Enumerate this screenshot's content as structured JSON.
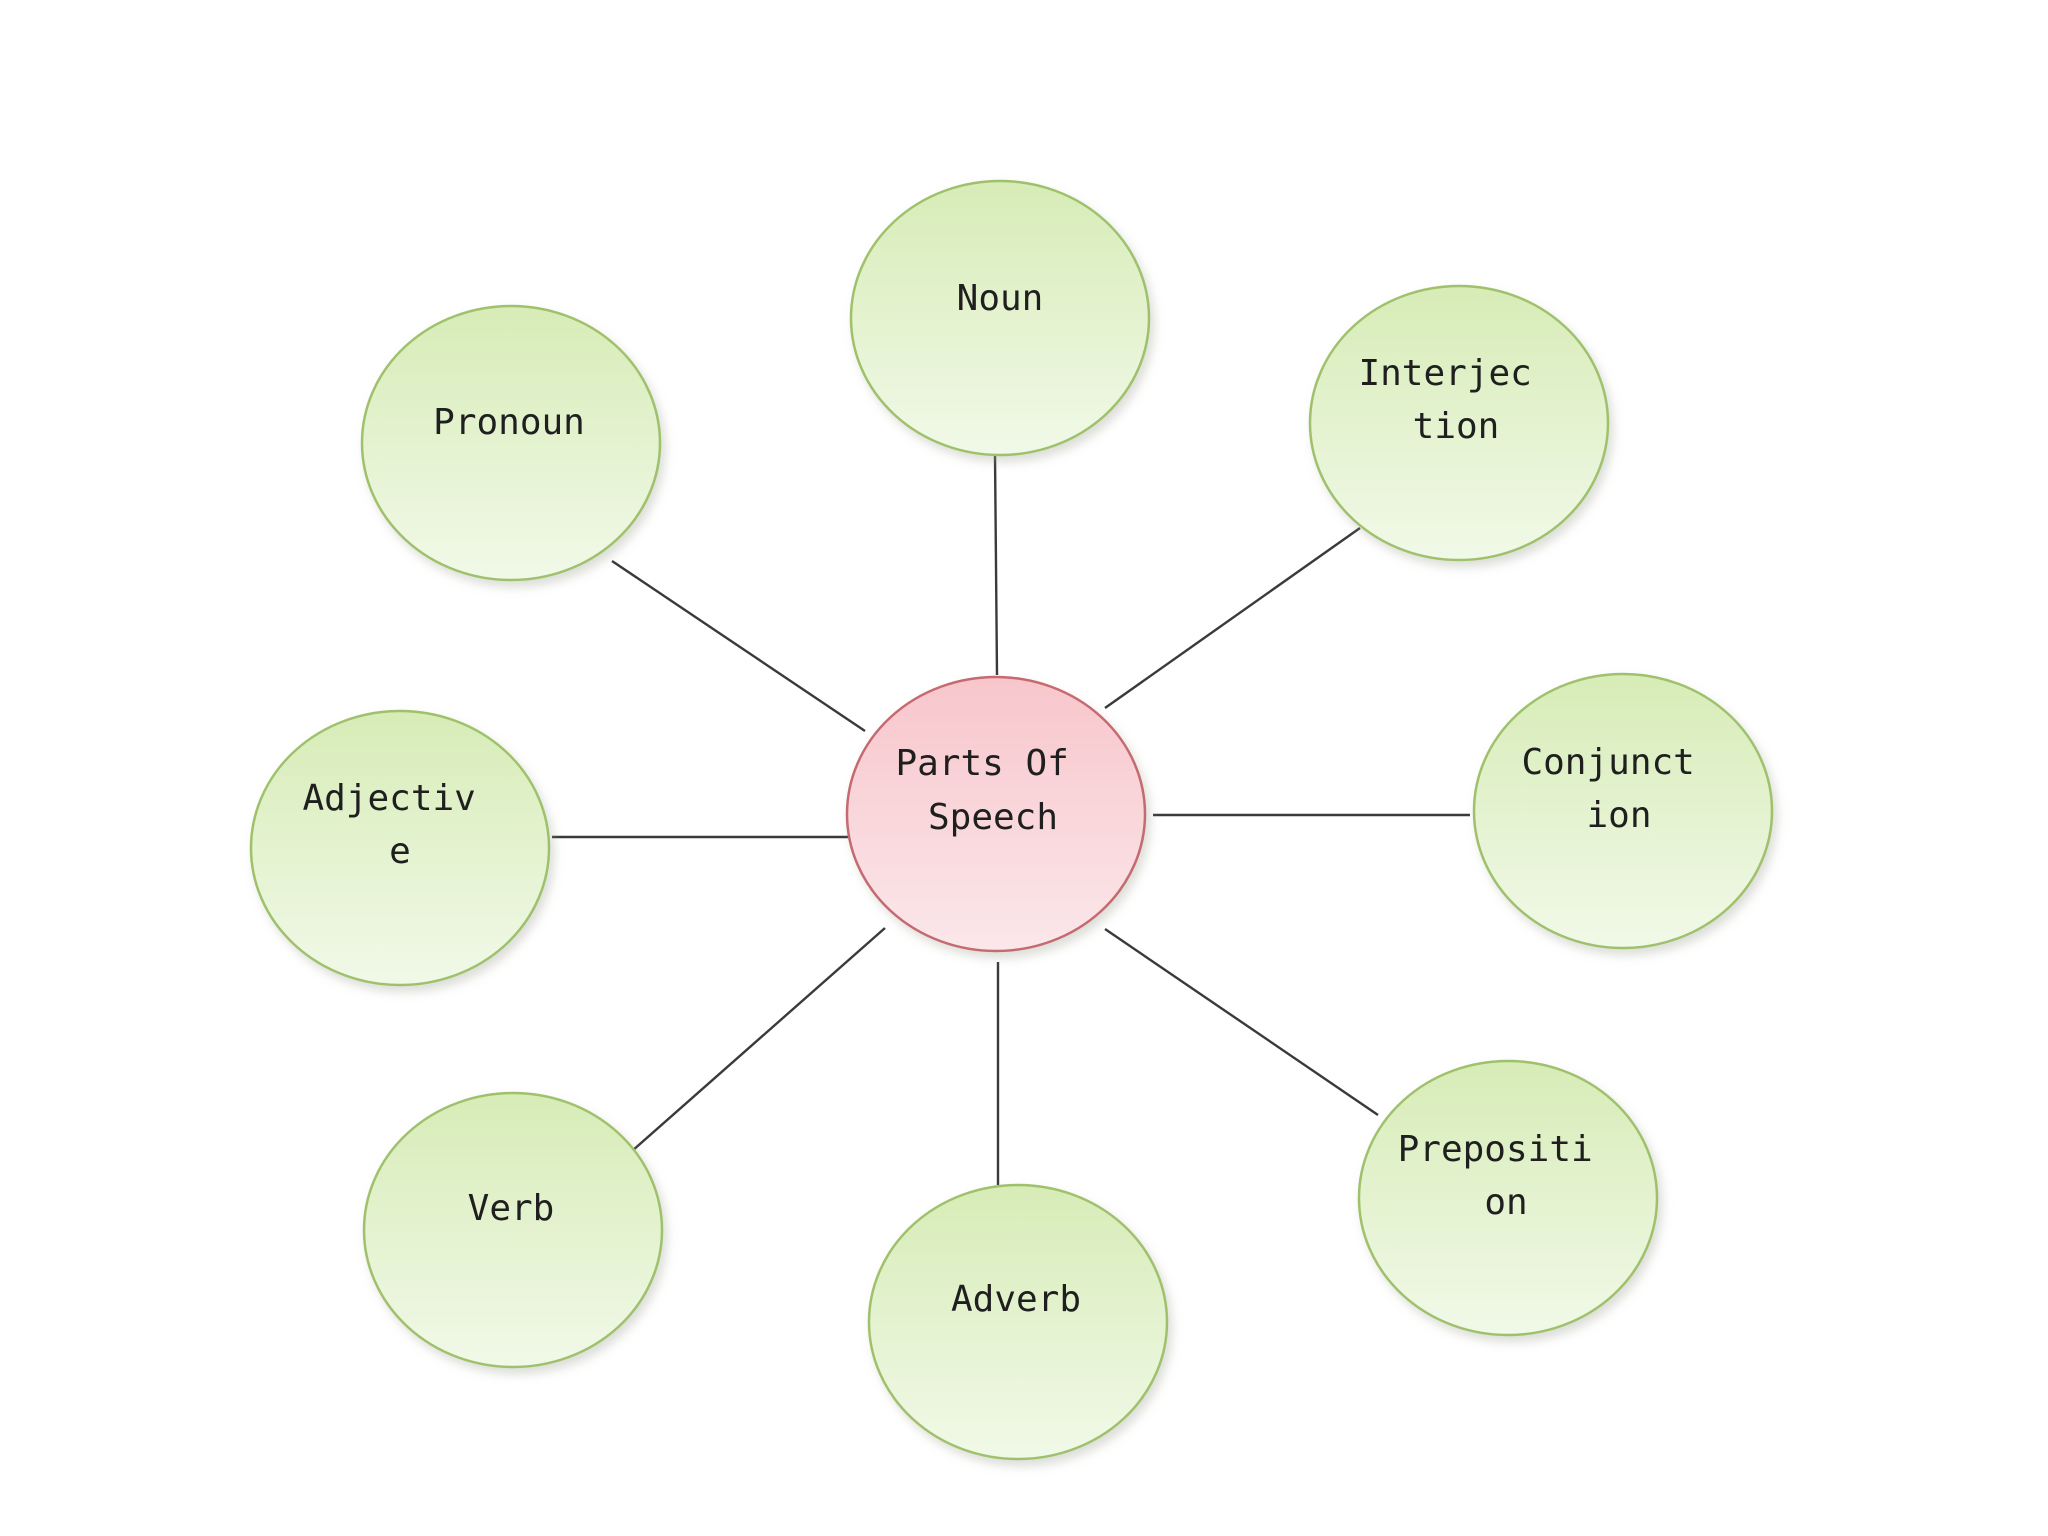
{
  "diagram": {
    "center": {
      "lines": [
        "Parts Of",
        "Speech"
      ]
    },
    "nodes": [
      {
        "id": "noun",
        "lines": [
          "Noun"
        ]
      },
      {
        "id": "interjection",
        "lines": [
          "Interjec",
          "tion"
        ]
      },
      {
        "id": "conjunction",
        "lines": [
          "Conjunct",
          "ion"
        ]
      },
      {
        "id": "preposition",
        "lines": [
          "Prepositi",
          "on"
        ]
      },
      {
        "id": "adverb",
        "lines": [
          "Adverb"
        ]
      },
      {
        "id": "verb",
        "lines": [
          "Verb"
        ]
      },
      {
        "id": "adjective",
        "lines": [
          "Adjectiv",
          "e"
        ]
      },
      {
        "id": "pronoun",
        "lines": [
          "Pronoun"
        ]
      }
    ],
    "colors": {
      "leaf_fill_top": "#d7ecb7",
      "leaf_fill_bottom": "#f1f9e8",
      "leaf_border": "#9fc16c",
      "center_fill_top": "#f7c6cb",
      "center_fill_bottom": "#fbe7ea",
      "center_border": "#c56a70",
      "connector": "#3a3a3a",
      "text": "#1f1f1f"
    }
  }
}
